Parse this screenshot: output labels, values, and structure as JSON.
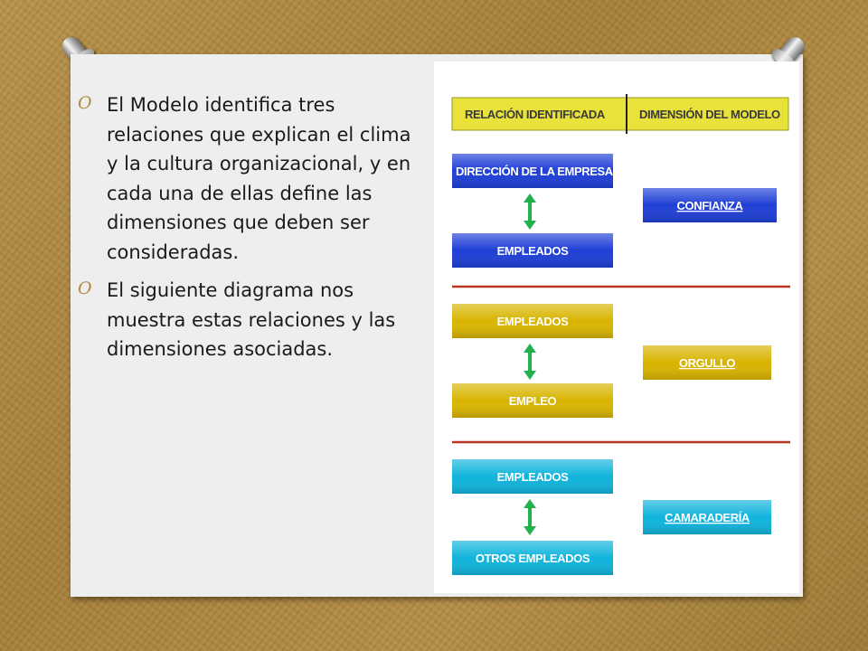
{
  "bullets": [
    {
      "marker": "O",
      "text": "El Modelo identifica tres relaciones que explican el clima y la cultura organizacional, y en cada una de ellas define las dimensiones que deben ser consideradas."
    },
    {
      "marker": "O",
      "text": "El siguiente diagrama nos muestra estas relaciones y las dimensiones asociadas."
    }
  ],
  "diagram": {
    "header": {
      "relation": "RELACIÓN IDENTIFICADA",
      "dimension": "DIMENSIÓN DEL MODELO"
    },
    "groups": [
      {
        "top": "DIRECCIÓN DE LA EMPRESA",
        "bottom": "EMPLEADOS",
        "dimension": "CONFIANZA",
        "color": "#1f3fd6"
      },
      {
        "top": "EMPLEADOS",
        "bottom": "EMPLEO",
        "dimension": "ORGULLO",
        "color": "#d8b400"
      },
      {
        "top": "EMPLEADOS",
        "bottom": "OTROS EMPLEADOS",
        "dimension": "CAMARADERÍA",
        "color": "#10b4dc"
      }
    ],
    "colors": {
      "header": "#e8e23a",
      "arrow": "#22b14c",
      "divider": "#b5351e"
    }
  }
}
